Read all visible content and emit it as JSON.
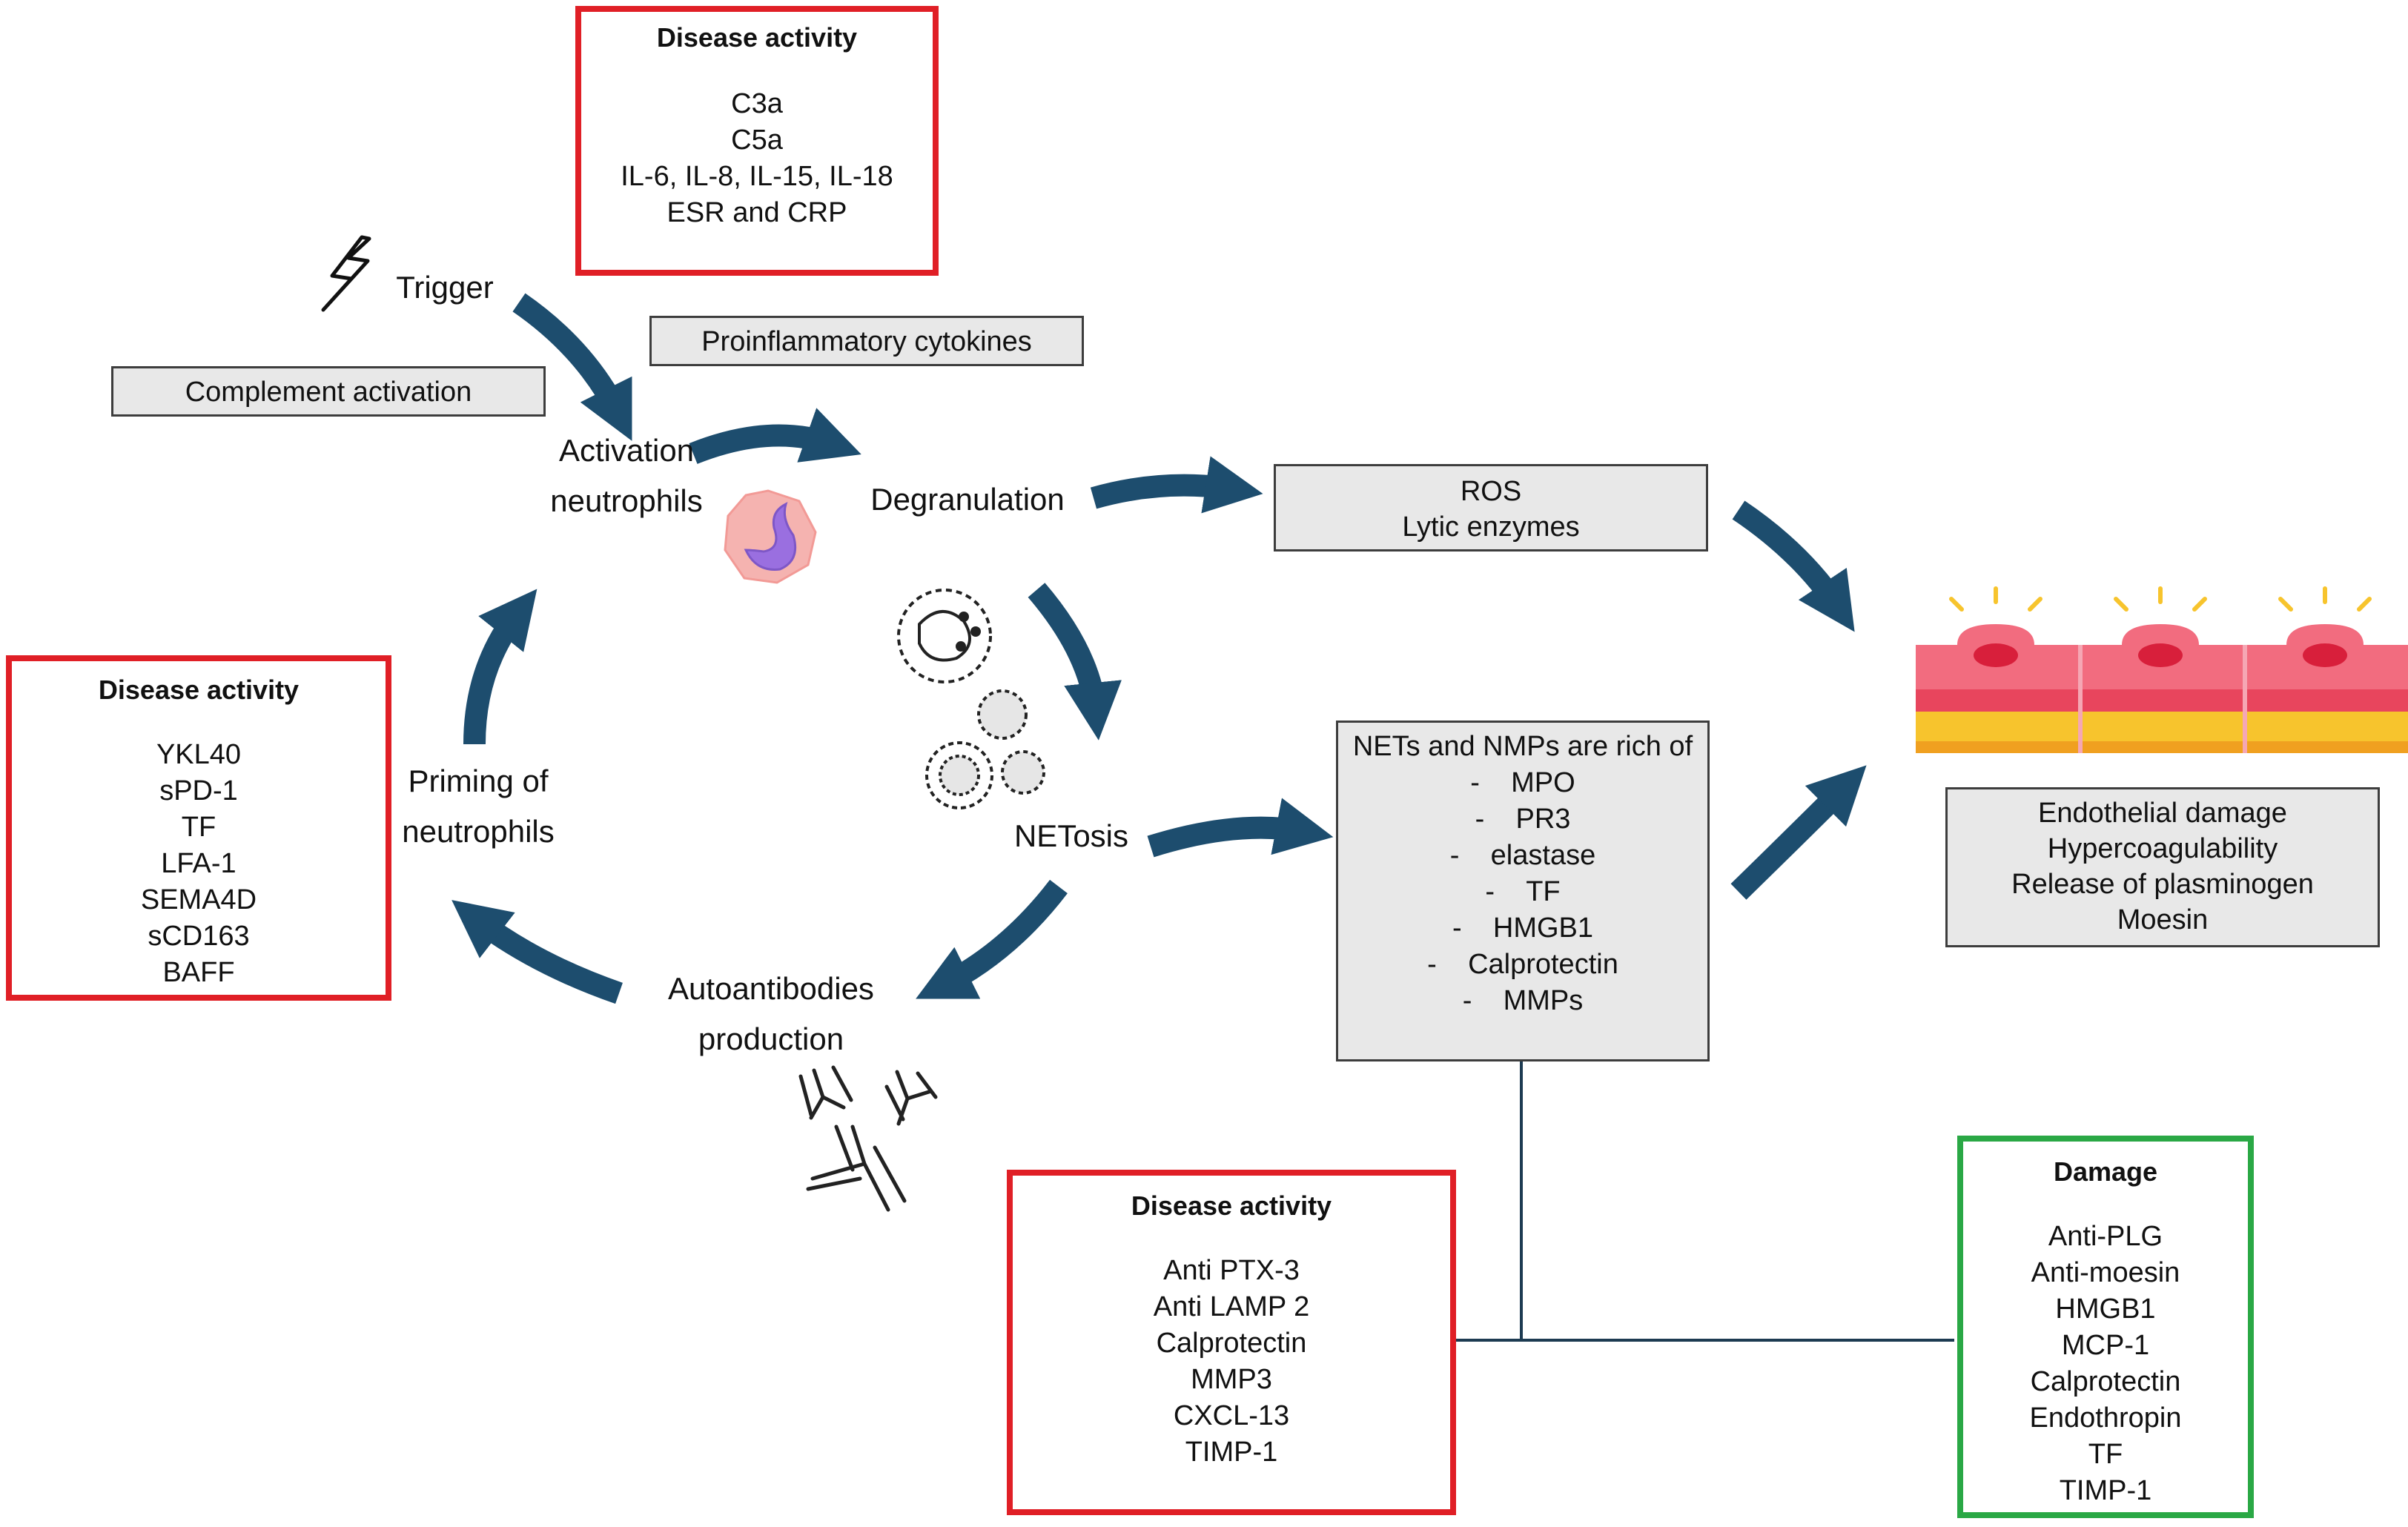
{
  "top_disease_activity": {
    "title": "Disease activity",
    "items": [
      "C3a",
      "C5a",
      "IL-6, IL-8, IL-15, IL-18",
      "ESR and CRP"
    ]
  },
  "left_disease_activity": {
    "title": "Disease activity",
    "items": [
      "YKL40",
      "sPD-1",
      "TF",
      "LFA-1",
      "SEMA4D",
      "sCD163",
      "BAFF"
    ]
  },
  "bottom_disease_activity": {
    "title": "Disease activity",
    "items": [
      "Anti PTX-3",
      "Anti LAMP 2",
      "Calprotectin",
      "MMP3",
      "CXCL-13",
      "TIMP-1"
    ]
  },
  "damage": {
    "title": "Damage",
    "items": [
      "Anti-PLG",
      "Anti-moesin",
      "HMGB1",
      "MCP-1",
      "Calprotectin",
      "Endothropin",
      "TF",
      "TIMP-1"
    ]
  },
  "cycle": {
    "trigger": "Trigger",
    "complement": "Complement activation",
    "proinflammatory": "Proinflammatory cytokines",
    "activation_line1": "Activation",
    "activation_line2": "neutrophils",
    "degranulation": "Degranulation",
    "netosis": "NETosis",
    "autoantibodies_line1": "Autoantibodies",
    "autoantibodies_line2": "production",
    "priming_line1": "Priming of",
    "priming_line2": "neutrophils"
  },
  "ros_box": {
    "line1": "ROS",
    "line2": "Lytic enzymes"
  },
  "nets_box": {
    "header": "NETs and NMPs are rich of",
    "items": [
      "MPO",
      "PR3",
      "elastase",
      "TF",
      "HMGB1",
      "Calprotectin",
      "MMPs"
    ]
  },
  "endothelial_box": {
    "items": [
      "Endothelial damage",
      "Hypercoagulability",
      "Release of plasminogen",
      "Moesin"
    ]
  },
  "colors": {
    "arrow": "#1d4d6e",
    "disease_border": "#e01f26",
    "damage_border": "#2aa845",
    "grey_box": "#e8e8e8"
  }
}
